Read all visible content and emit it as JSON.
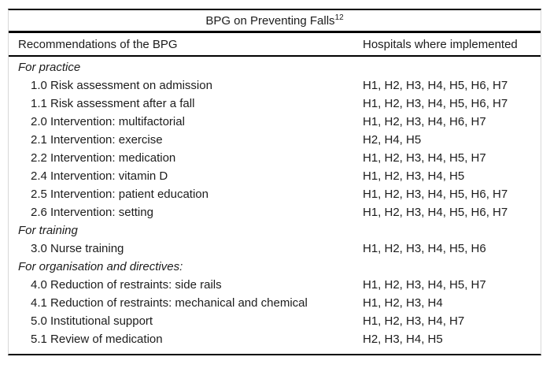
{
  "table": {
    "title": "BPG on Preventing Falls",
    "title_superscript": "12",
    "columns": [
      "Recommendations of the BPG",
      "Hospitals where implemented"
    ],
    "sections": [
      {
        "label": "For practice",
        "rows": [
          {
            "recommendation": "1.0 Risk assessment on admission",
            "hospitals": "H1, H2, H3, H4, H5, H6, H7"
          },
          {
            "recommendation": "1.1 Risk assessment after a fall",
            "hospitals": "H1, H2, H3, H4, H5, H6, H7"
          },
          {
            "recommendation": "2.0 Intervention: multifactorial",
            "hospitals": "H1, H2, H3, H4, H6, H7"
          },
          {
            "recommendation": "2.1 Intervention: exercise",
            "hospitals": "H2, H4, H5"
          },
          {
            "recommendation": "2.2 Intervention: medication",
            "hospitals": "H1, H2, H3, H4, H5, H7"
          },
          {
            "recommendation": "2.4 Intervention: vitamin D",
            "hospitals": "H1, H2, H3, H4, H5"
          },
          {
            "recommendation": "2.5 Intervention: patient education",
            "hospitals": "H1, H2, H3, H4, H5, H6, H7"
          },
          {
            "recommendation": "2.6 Intervention: setting",
            "hospitals": "H1, H2, H3, H4, H5, H6, H7"
          }
        ]
      },
      {
        "label": "For training",
        "rows": [
          {
            "recommendation": "3.0 Nurse training",
            "hospitals": "H1, H2, H3, H4, H5, H6"
          }
        ]
      },
      {
        "label": "For organisation and directives:",
        "rows": [
          {
            "recommendation": "4.0 Reduction of restraints: side rails",
            "hospitals": "H1, H2, H3, H4, H5, H7"
          },
          {
            "recommendation": "4.1 Reduction of restraints: mechanical and chemical",
            "hospitals": "H1, H2, H3, H4"
          },
          {
            "recommendation": "5.0 Institutional support",
            "hospitals": "H1, H2, H3, H4, H7"
          },
          {
            "recommendation": "5.1 Review of medication",
            "hospitals": "H2, H3, H4, H5"
          }
        ]
      }
    ],
    "colors": {
      "rule": "#000000",
      "side_border": "#d8d8d8",
      "text": "#1c1c1c",
      "background": "#ffffff"
    }
  }
}
